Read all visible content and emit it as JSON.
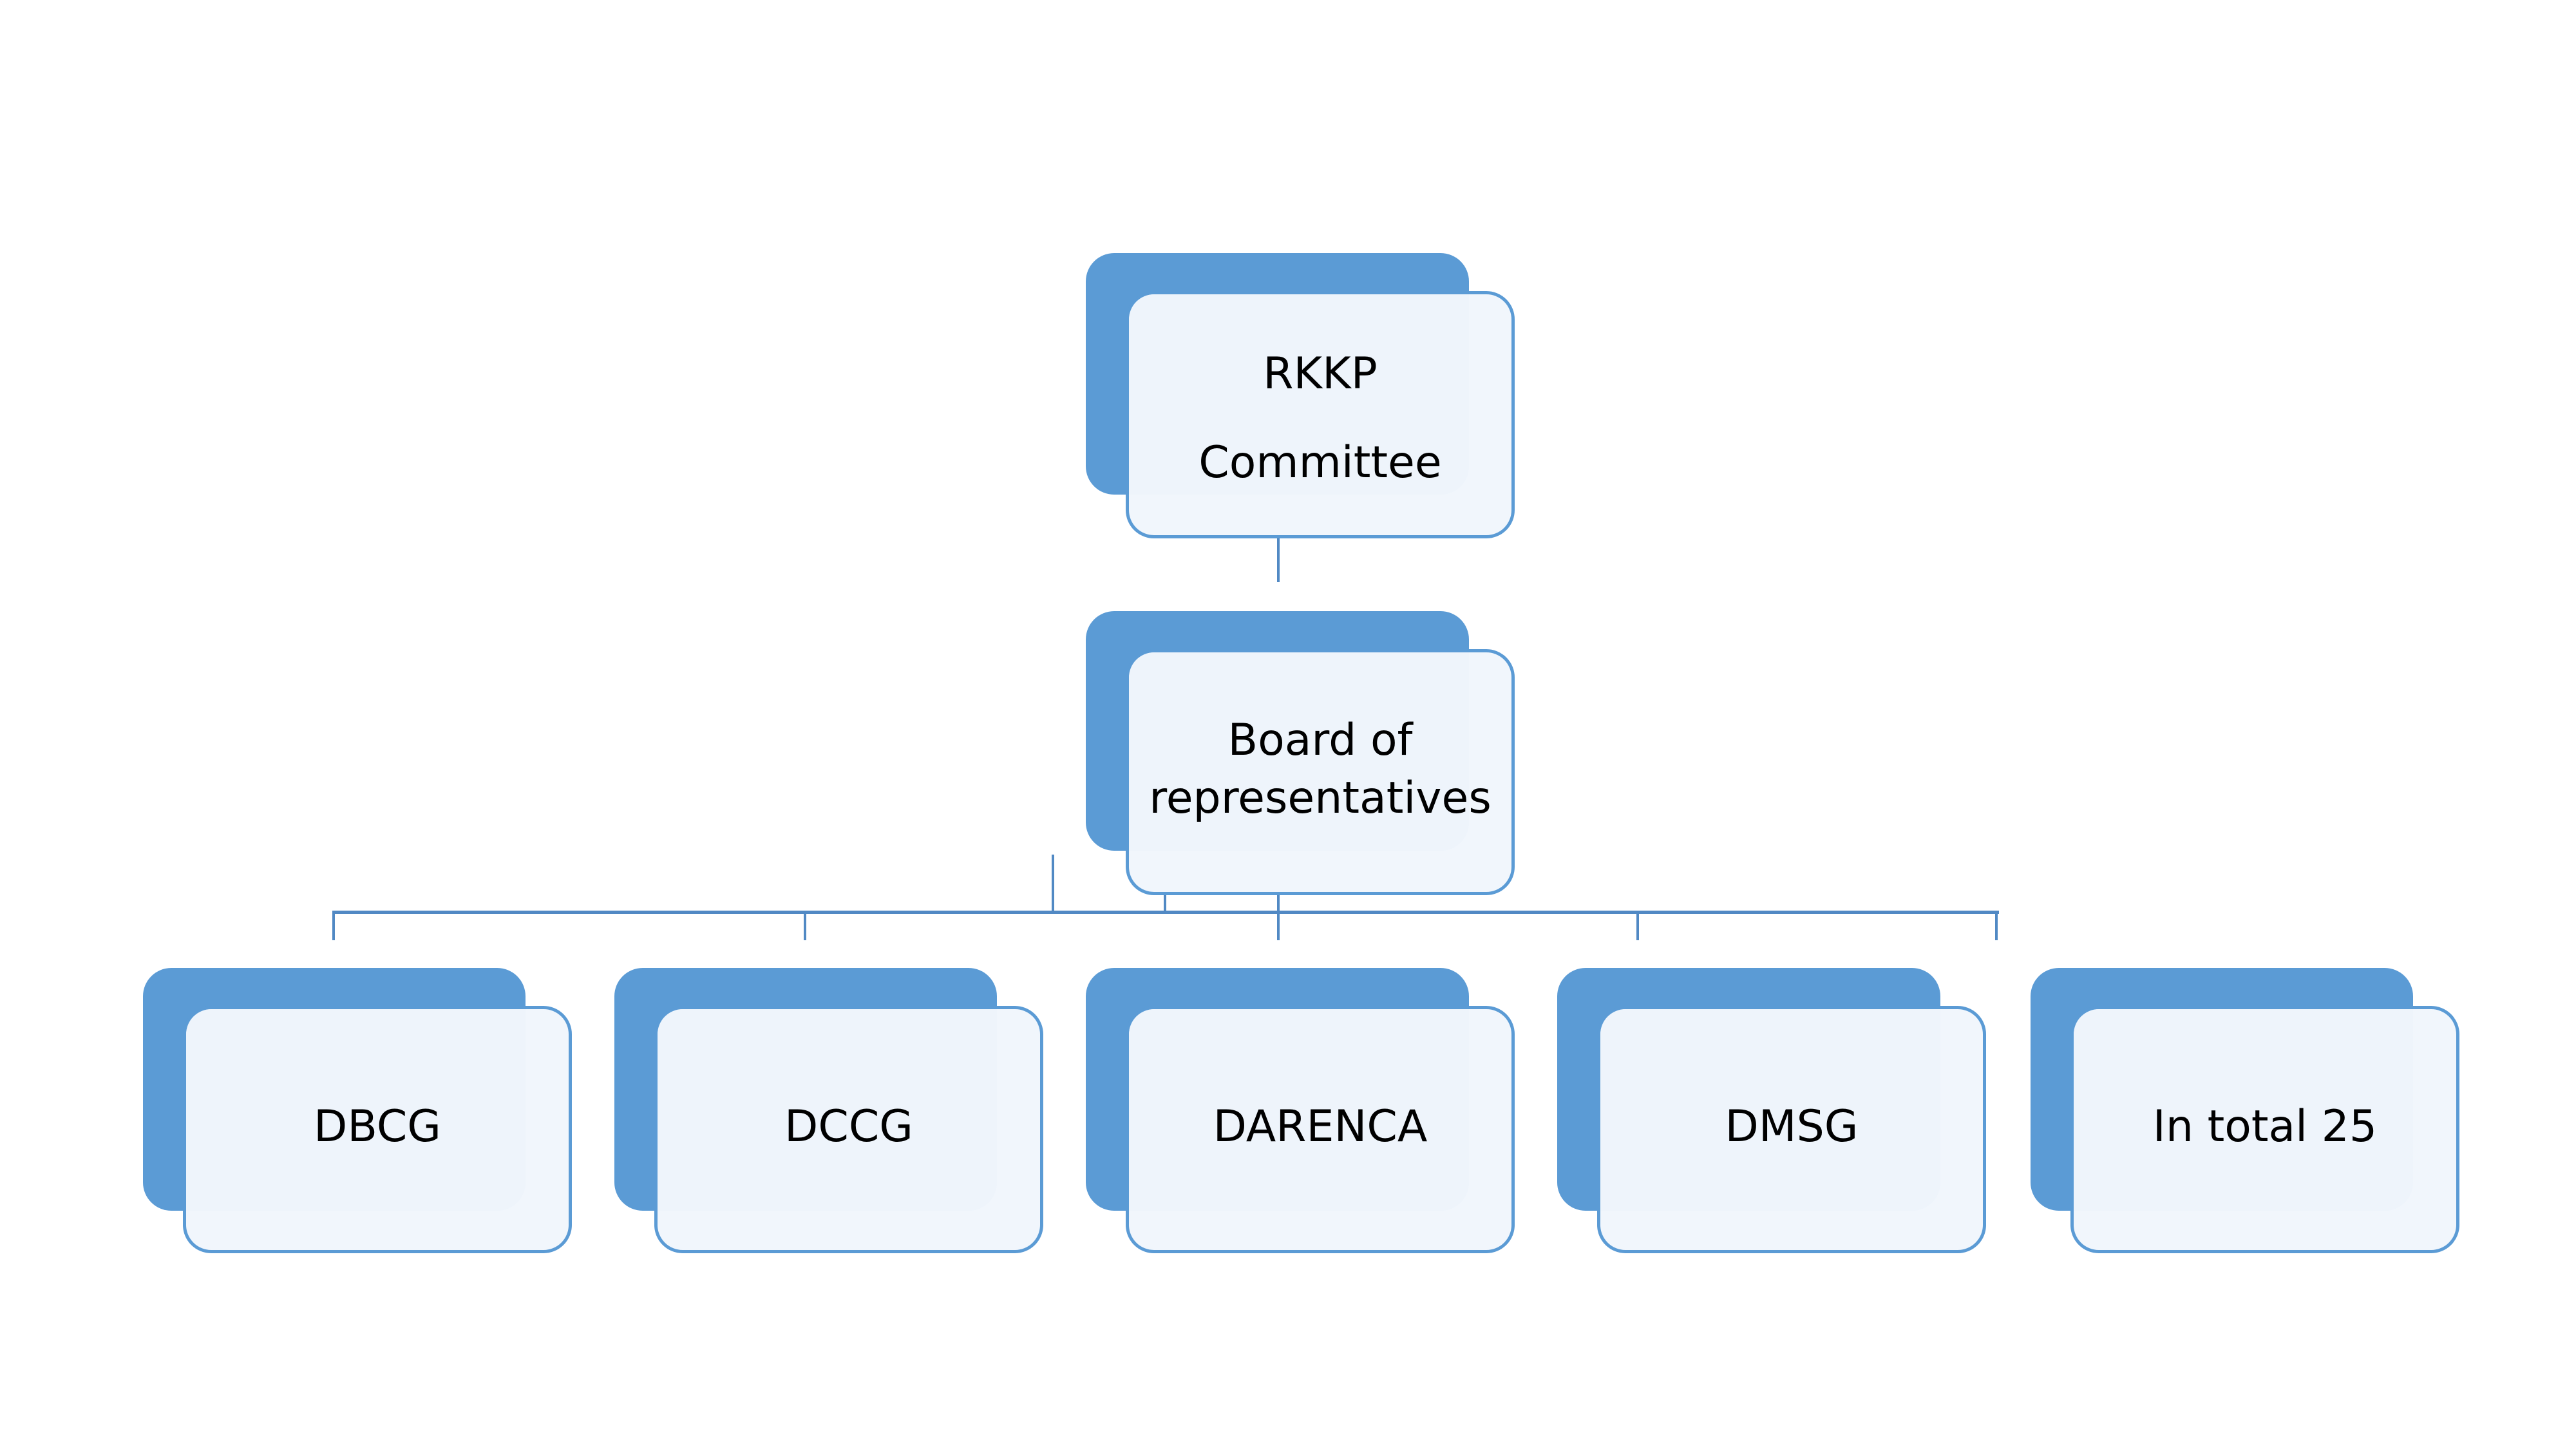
{
  "diagram": {
    "type": "org-chart",
    "colors": {
      "accent": "#5b9bd5",
      "card_fill": "#eef4fb",
      "connector": "#5189c4",
      "text": "#000000",
      "background": "#ffffff"
    },
    "root": {
      "lines": [
        "RKKP",
        "Committee"
      ]
    },
    "board": {
      "lines": [
        "Board of",
        "representatives"
      ]
    },
    "groups": [
      {
        "label": "DBCG"
      },
      {
        "label": "DCCG"
      },
      {
        "label": "DARENCA"
      },
      {
        "label": "DMSG"
      },
      {
        "label": "In total 25"
      }
    ]
  }
}
